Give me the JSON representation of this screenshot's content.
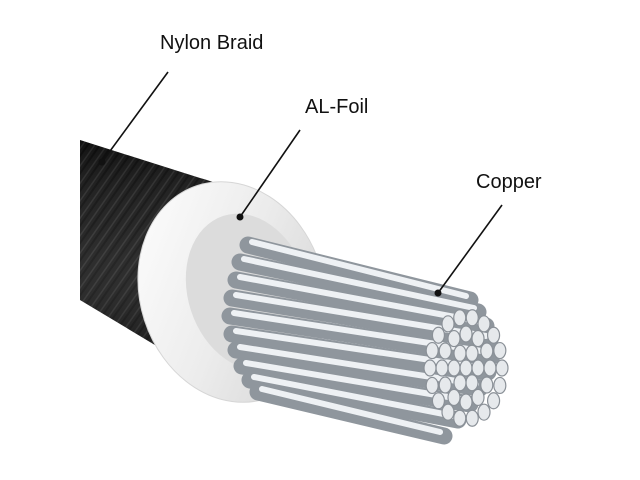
{
  "labels": {
    "nylon_braid": "Nylon Braid",
    "al_foil": "AL-Foil",
    "copper": "Copper"
  },
  "colors": {
    "background": "#ffffff",
    "jacket": "#111111",
    "foil": "#f2f2f2",
    "conductor": "#c7ccd2",
    "leader_line": "#111111"
  },
  "icons": {
    "cable": "cable-cross-section-illustration"
  }
}
